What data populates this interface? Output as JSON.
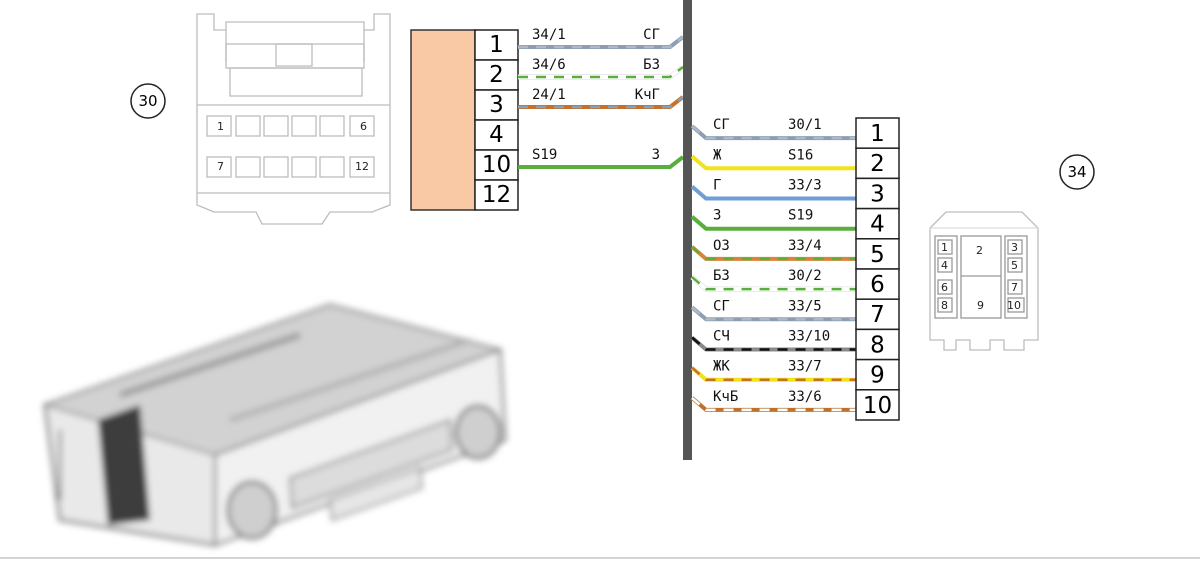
{
  "colors": {
    "background": "#ffffff",
    "bus": "#555555",
    "connector30_fill": "#f9c9a6",
    "СГ": "#8a9fb3",
    "БЗ": "#ffffff",
    "КчГ": "#c8702a",
    "З": "#5aae3c",
    "Ж": "#f2e31c",
    "Г": "#6f9ed6",
    "ОЗ": "#d9843a",
    "СЧ": "#8a8a8a",
    "ЖК": "#f2e31c",
    "КчБ": "#c0702e"
  },
  "connector30": {
    "badge": "30",
    "pins": [
      "1",
      "2",
      "3",
      "4",
      "10",
      "12"
    ],
    "wires": [
      {
        "pin": "1",
        "ref": "34/1",
        "color": "СГ"
      },
      {
        "pin": "2",
        "ref": "34/6",
        "color": "БЗ"
      },
      {
        "pin": "3",
        "ref": "24/1",
        "color": "КчГ"
      },
      {
        "pin": "10",
        "ref": "S19",
        "color": "З"
      }
    ],
    "face_labels": [
      "1",
      "6",
      "7",
      "12"
    ]
  },
  "connector34": {
    "badge": "34",
    "pins": [
      "1",
      "2",
      "3",
      "4",
      "5",
      "6",
      "7",
      "8",
      "9",
      "10"
    ],
    "wires": [
      {
        "pin": "1",
        "color": "СГ",
        "ref": "30/1"
      },
      {
        "pin": "2",
        "color": "Ж",
        "ref": "S16"
      },
      {
        "pin": "3",
        "color": "Г",
        "ref": "33/3"
      },
      {
        "pin": "4",
        "color": "З",
        "ref": "S19"
      },
      {
        "pin": "5",
        "color": "ОЗ",
        "ref": "33/4"
      },
      {
        "pin": "6",
        "color": "БЗ",
        "ref": "30/2"
      },
      {
        "pin": "7",
        "color": "СГ",
        "ref": "33/5"
      },
      {
        "pin": "8",
        "color": "СЧ",
        "ref": "33/10"
      },
      {
        "pin": "9",
        "color": "ЖК",
        "ref": "33/7"
      },
      {
        "pin": "10",
        "color": "КчБ",
        "ref": "33/6"
      }
    ],
    "face_labels": [
      "1",
      "2",
      "3",
      "4",
      "5",
      "6",
      "7",
      "8",
      "9",
      "10"
    ]
  }
}
